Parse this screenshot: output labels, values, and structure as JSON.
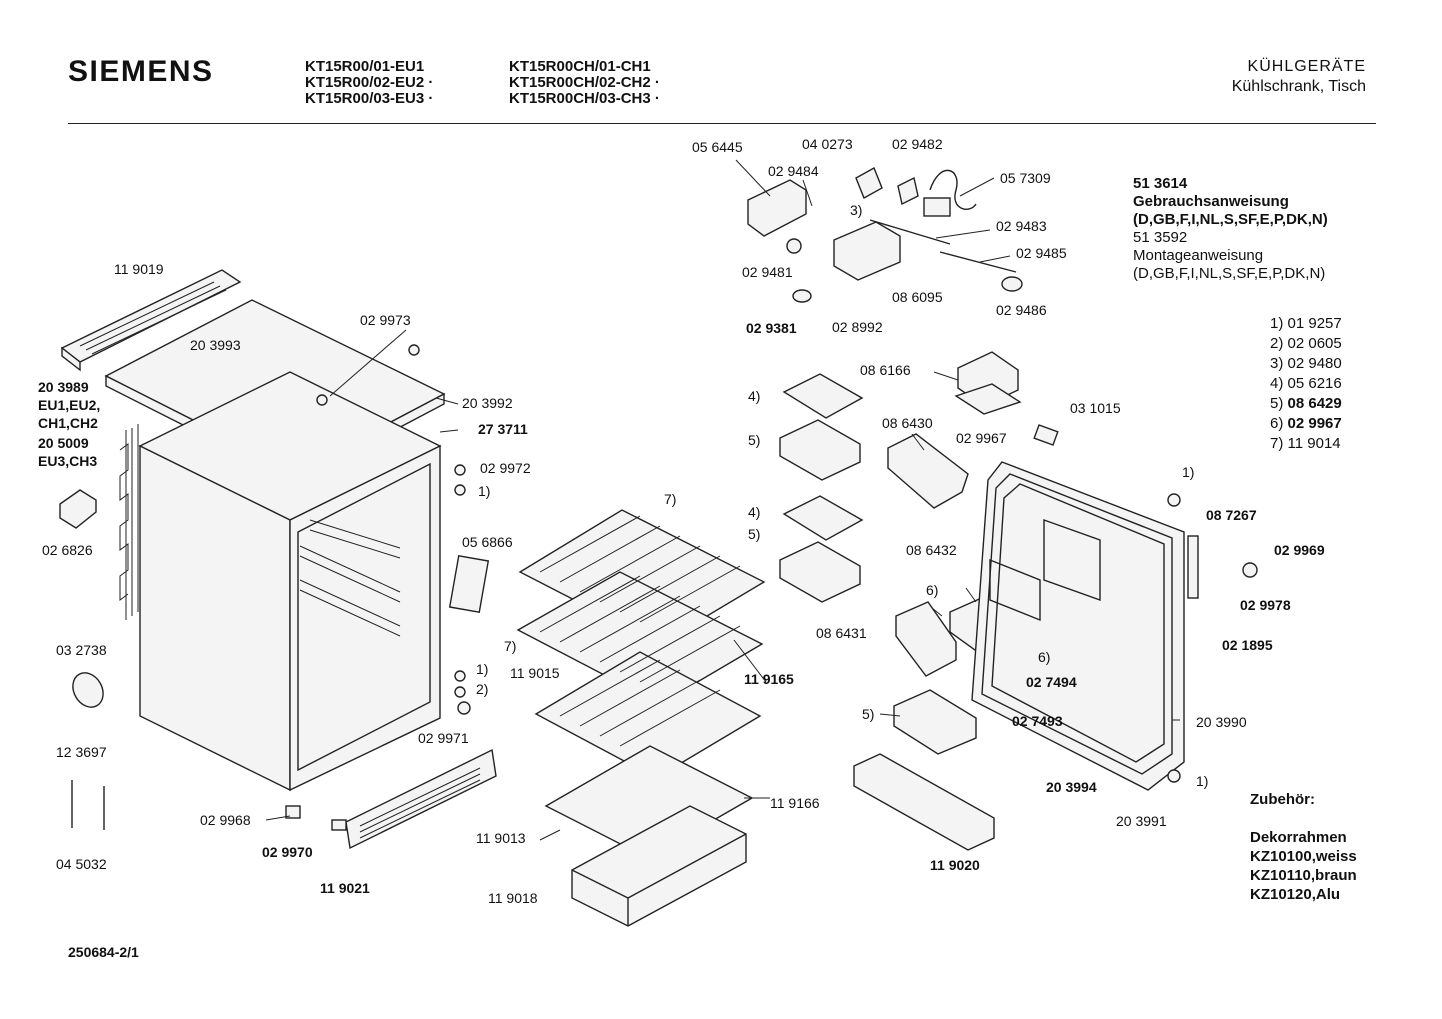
{
  "brand": "SIEMENS",
  "models_left": [
    "KT15R00/01-EU1",
    "KT15R00/02-EU2",
    "KT15R00/03-EU3"
  ],
  "models_right": [
    "KT15R00CH/01-CH1",
    "KT15R00CH/02-CH2",
    "KT15R00CH/03-CH3"
  ],
  "category": "KÜHLGERÄTE",
  "subcategory": "Kühlschrank, Tisch",
  "documents": {
    "doc1_code": "51 3614",
    "doc1_title": "Gebrauchsanweisung",
    "doc1_langs": "(D,GB,F,I,NL,S,SF,E,P,DK,N)",
    "doc2_code": "51 3592",
    "doc2_title": "Montageanweisung",
    "doc2_langs": "(D,GB,F,I,NL,S,SF,E,P,DK,N)"
  },
  "references": [
    {
      "num": "1)",
      "code": "01 9257",
      "bold": false
    },
    {
      "num": "2)",
      "code": "02 0605",
      "bold": false
    },
    {
      "num": "3)",
      "code": "02 9480",
      "bold": false
    },
    {
      "num": "4)",
      "code": "05 6216",
      "bold": false
    },
    {
      "num": "5)",
      "code": "08 6429",
      "bold": true
    },
    {
      "num": "6)",
      "code": "02 9967",
      "bold": true
    },
    {
      "num": "7)",
      "code": "11 9014",
      "bold": false
    }
  ],
  "accessories": {
    "heading": "Zubehör:",
    "title": "Dekorrahmen",
    "items": [
      "KZ10100,weiss",
      "KZ10110,braun",
      "KZ10120,Alu"
    ]
  },
  "footer_code": "250684-2/1",
  "part_labels": {
    "p056445": "05 6445",
    "p040273": "04 0273",
    "p029482": "02 9482",
    "p029484": "02 9484",
    "p057309": "05 7309",
    "p3": "3)",
    "p029483": "02 9483",
    "p029485": "02 9485",
    "p029481": "02 9481",
    "p086095": "08 6095",
    "p029486": "02 9486",
    "p029381": "02 9381",
    "p028992": "02 8992",
    "p119019": "11 9019",
    "p203993": "20 3993",
    "p029973": "02 9973",
    "p203989": "20 3989",
    "pEU1": "EU1,EU2,",
    "pCH1": "CH1,CH2",
    "p205009": "20 5009",
    "pEU3": "EU3,CH3",
    "p203992": "20 3992",
    "p273711": "27 3711",
    "p029972": "02 9972",
    "p1a": "1)",
    "p026826": "02 6826",
    "p056866": "05 6866",
    "p032738": "03 2738",
    "p1b": "1)",
    "p2a": "2)",
    "p029971": "02 9971",
    "p123697": "12 3697",
    "p045032": "04 5032",
    "p029968": "02 9968",
    "p029970": "02 9970",
    "p119021": "11 9021",
    "p086166": "08 6166",
    "p4a": "4)",
    "p5a": "5)",
    "p086430": "08 6430",
    "p029967": "02 9967",
    "p031015": "03 1015",
    "p4b": "4)",
    "p5b": "5)",
    "p7a": "7)",
    "p7b": "7)",
    "p119015": "11 9015",
    "p119165": "11 9165",
    "p119166": "11 9166",
    "p119013": "11 9013",
    "p119018": "11 9018",
    "p086432": "08 6432",
    "p6a": "6)",
    "p086431": "08 6431",
    "p6b": "6)",
    "p027494": "02 7494",
    "p5c": "5)",
    "p027493": "02 7493",
    "p203994": "20 3994",
    "p119020": "11 9020",
    "p1c": "1)",
    "p087267": "08 7267",
    "p029969": "02 9969",
    "p029978": "02 9978",
    "p021895": "02 1895",
    "p203990": "20 3990",
    "p1d": "1)",
    "p203991": "20 3991"
  }
}
